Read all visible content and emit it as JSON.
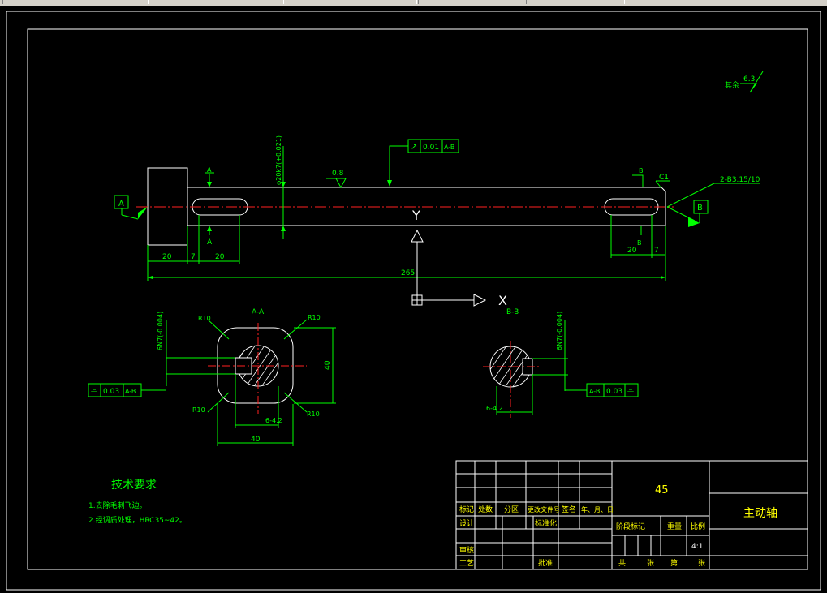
{
  "colors": {
    "background": "#000000",
    "line": "#ffffff",
    "dimension": "#00ff00",
    "center": "#ff0000",
    "title_text": "#ffff00"
  },
  "main_view": {
    "datum_a": "A",
    "datum_b": "B",
    "tol_box": {
      "symbol": "↗",
      "value": "0.01",
      "datum": "A-B"
    },
    "diameter_label": "φ20k7(+0.021)",
    "roughness_top": "0.8",
    "other_roughness": {
      "label": "其余",
      "value": "6.3"
    },
    "section_a_mark": "A",
    "section_b_mark": "B",
    "chamfer": "C1",
    "center_hole": "2-B3.15/10",
    "ucs_y": "Y",
    "ucs_x": "X",
    "dims": {
      "left_head": "20",
      "left_gap": "7",
      "left_slot": "20",
      "right_slot": "20",
      "right_gap": "7",
      "overall": "265"
    }
  },
  "section_aa": {
    "title": "A-A",
    "r_tl": "R10",
    "r_tr": "R10",
    "r_bl": "R10",
    "r_br": "R10",
    "depth_label": "6-4.2",
    "height": "40",
    "width": "40",
    "fit_label": "6N7(-0.004)",
    "tol": {
      "symbol": "⌯",
      "value": "0.03",
      "datum": "A-B"
    }
  },
  "section_bb": {
    "title": "B-B",
    "depth_label": "6-4.2",
    "fit_label": "6N7(-0.004)",
    "tol": {
      "symbol": "⌯",
      "value": "0.03",
      "datum": "A-B"
    }
  },
  "tech_requirements": {
    "title": "技术要求",
    "items": [
      "1.去除毛刺飞边。",
      "2.经调质处理，HRC35~42。"
    ]
  },
  "title_block": {
    "material": "45",
    "part_name": "主动轴",
    "labels": {
      "mark": "标记",
      "count": "处数",
      "zone": "分区",
      "doc": "更改文件号",
      "sign": "签名",
      "date": "年、月、日",
      "design": "设计",
      "standard": "标准化",
      "review": "审核",
      "process": "工艺",
      "approve": "批准",
      "stage": "阶段标记",
      "weight": "重量",
      "scale": "比例",
      "total": "共",
      "sheets": "张",
      "no": "第",
      "sheet": "张"
    },
    "scale_value": "4:1"
  }
}
